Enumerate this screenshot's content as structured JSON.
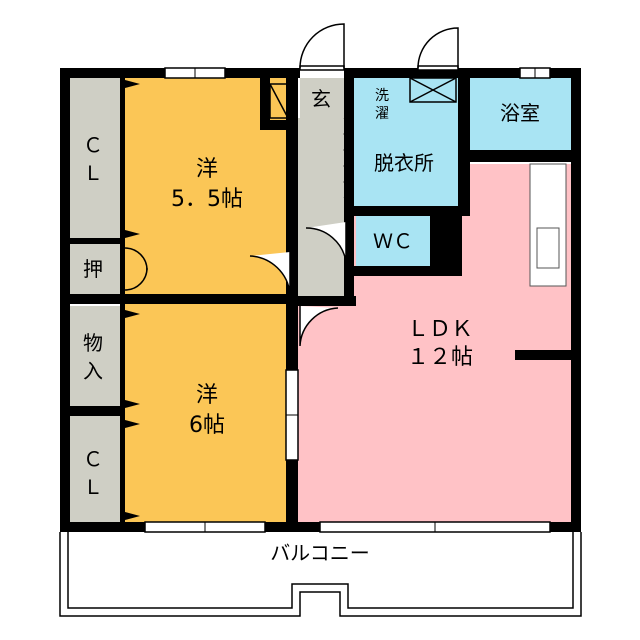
{
  "rooms": {
    "western1": {
      "name": "洋",
      "size": "5．5帖"
    },
    "western2": {
      "name": "洋",
      "size": "6帖"
    },
    "ldk": {
      "name": "ＬＤＫ",
      "size": "１２帖"
    },
    "closet_top": {
      "line1": "Ｃ",
      "line2": "Ｌ"
    },
    "closet_bottom": {
      "line1": "Ｃ",
      "line2": "Ｌ"
    },
    "oshiire": {
      "label": "押"
    },
    "storage": {
      "line1": "物",
      "line2": "入"
    },
    "entrance": {
      "label": "玄"
    },
    "laundry": {
      "line1": "洗",
      "line2": "濯"
    },
    "bath": {
      "label": "浴室"
    },
    "dressing": {
      "label": "脱衣所"
    },
    "wc": {
      "label": "ＷＣ"
    },
    "balcony": {
      "label": "バルコニー"
    }
  },
  "colors": {
    "western": "#fbc656",
    "ldk": "#ffc2c6",
    "wet_area": "#a9e4f3",
    "storage": "#cfcfc5",
    "wall": "#000000",
    "window": "#ffffff"
  }
}
